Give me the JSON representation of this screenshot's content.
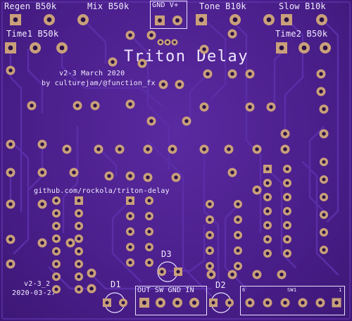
{
  "board": {
    "title": "Triton Delay",
    "version": "v2-3 March 2020",
    "credit": "by culturejam/@function_fx",
    "url": "github.com/rockola/triton-delay",
    "revision": "v2-3_2",
    "date": "2020-03-27"
  },
  "pots": {
    "regen": "Regen B50k",
    "mix": "Mix B50k",
    "tone": "Tone B10k",
    "slow": "Slow B10k",
    "time1": "Time1 B50k",
    "time2": "Time2 B50k"
  },
  "connectors": {
    "power": "GND V+",
    "io": "OUT SW GND IN",
    "switch": "SW1",
    "switch_pin6": "6",
    "switch_pin1": "1"
  },
  "diodes": {
    "d1": "D1",
    "d2": "D2",
    "d3": "D3"
  },
  "colors": {
    "board": "#4b1f8c",
    "trace": "#5b2ea8",
    "silkscreen": "#f2ecff",
    "copper": "#c9a07a"
  }
}
